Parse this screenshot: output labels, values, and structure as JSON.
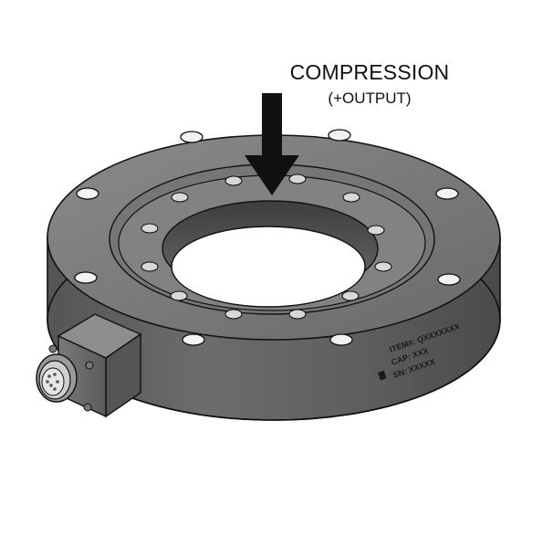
{
  "annotation": {
    "direction_label": "COMPRESSION",
    "output_note": "(+OUTPUT)"
  },
  "product_label": {
    "item": "ITEM#: QXXXXXXX",
    "cap": "CAP: XXX",
    "sn": "SN: XXXXX"
  },
  "colors": {
    "body_dark": "#4a4a4a",
    "body_mid": "#6e6e6e",
    "body_light": "#8c8c8c",
    "outline": "#111111",
    "arrow": "#111111"
  }
}
